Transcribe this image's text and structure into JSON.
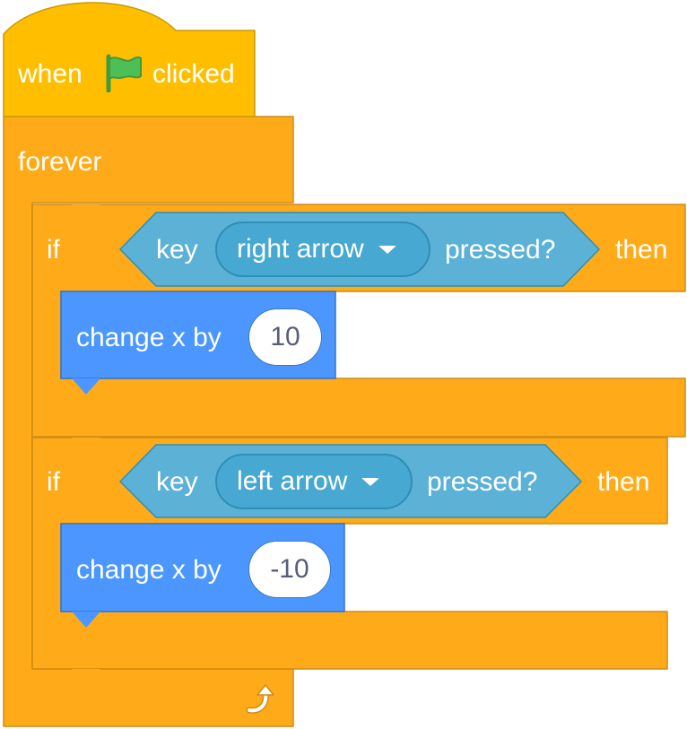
{
  "script": {
    "hat_block": {
      "when_label": "when",
      "icon": "green-flag-icon",
      "clicked_label": "clicked"
    },
    "forever_block": {
      "label": "forever",
      "loop_icon": "loop-arrow-icon"
    },
    "if_blocks": [
      {
        "if_label": "if",
        "condition": {
          "key_label": "key",
          "key_value": "right arrow",
          "pressed_label": "pressed?"
        },
        "then_label": "then",
        "action": {
          "label": "change x by",
          "value": "10"
        }
      },
      {
        "if_label": "if",
        "condition": {
          "key_label": "key",
          "key_value": "left arrow",
          "pressed_label": "pressed?"
        },
        "then_label": "then",
        "action": {
          "label": "change x by",
          "value": "-10"
        }
      }
    ]
  },
  "colors": {
    "events": "#ffbf00",
    "events_border": "#cc9900",
    "control": "#ffab19",
    "control_border": "#cf8b17",
    "sensing": "#5cb1d6",
    "sensing_border": "#2e8eb8",
    "motion": "#4c97ff",
    "motion_border": "#3373cc",
    "flag": "#4cbf56"
  }
}
